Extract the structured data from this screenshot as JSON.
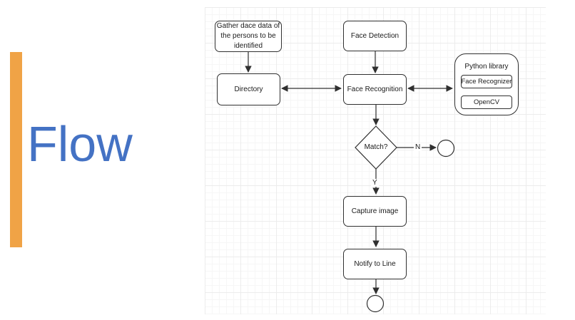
{
  "slide": {
    "title": "Flow"
  },
  "colors": {
    "accent_bar_orange": "#F0A346",
    "title_blue": "#4472C4",
    "shape_stroke": "#303030",
    "shape_fill": "#FFFFFF",
    "grid_minor": "#F6F6F6",
    "grid_major": "#ECECEC"
  },
  "flowchart": {
    "nodes": {
      "gather": {
        "label": "Gather dace data of the persons to be identified",
        "shape": "rounded-rect"
      },
      "face_detection": {
        "label": "Face Detection",
        "shape": "rounded-rect"
      },
      "directory": {
        "label": "Directory",
        "shape": "rounded-rect"
      },
      "face_recognition": {
        "label": "Face Recognition",
        "shape": "rounded-rect"
      },
      "python_library": {
        "label": "Python library",
        "shape": "rounded-container"
      },
      "face_recognizer": {
        "label": "Face Recognizer",
        "shape": "rect"
      },
      "opencv": {
        "label": "OpenCV",
        "shape": "rect"
      },
      "match": {
        "label": "Match?",
        "shape": "diamond"
      },
      "no_terminal": {
        "label": "",
        "shape": "circle"
      },
      "capture_image": {
        "label": "Capture image",
        "shape": "rounded-rect"
      },
      "notify_line": {
        "label": "Notify to Line",
        "shape": "rounded-rect"
      },
      "end_terminal": {
        "label": "",
        "shape": "circle"
      }
    },
    "edge_labels": {
      "no": "N",
      "yes": "Y"
    },
    "edges": [
      {
        "from": "gather",
        "to": "directory",
        "style": "arrow"
      },
      {
        "from": "face_detection",
        "to": "face_recognition",
        "style": "arrow"
      },
      {
        "from": "directory",
        "to": "face_recognition",
        "style": "double-arrow"
      },
      {
        "from": "face_recognition",
        "to": "python_library",
        "style": "double-arrow"
      },
      {
        "from": "face_recognition",
        "to": "match",
        "style": "arrow"
      },
      {
        "from": "match",
        "to": "no_terminal",
        "style": "arrow",
        "label": "N"
      },
      {
        "from": "match",
        "to": "capture_image",
        "style": "arrow",
        "label": "Y"
      },
      {
        "from": "capture_image",
        "to": "notify_line",
        "style": "arrow"
      },
      {
        "from": "notify_line",
        "to": "end_terminal",
        "style": "arrow"
      }
    ]
  }
}
